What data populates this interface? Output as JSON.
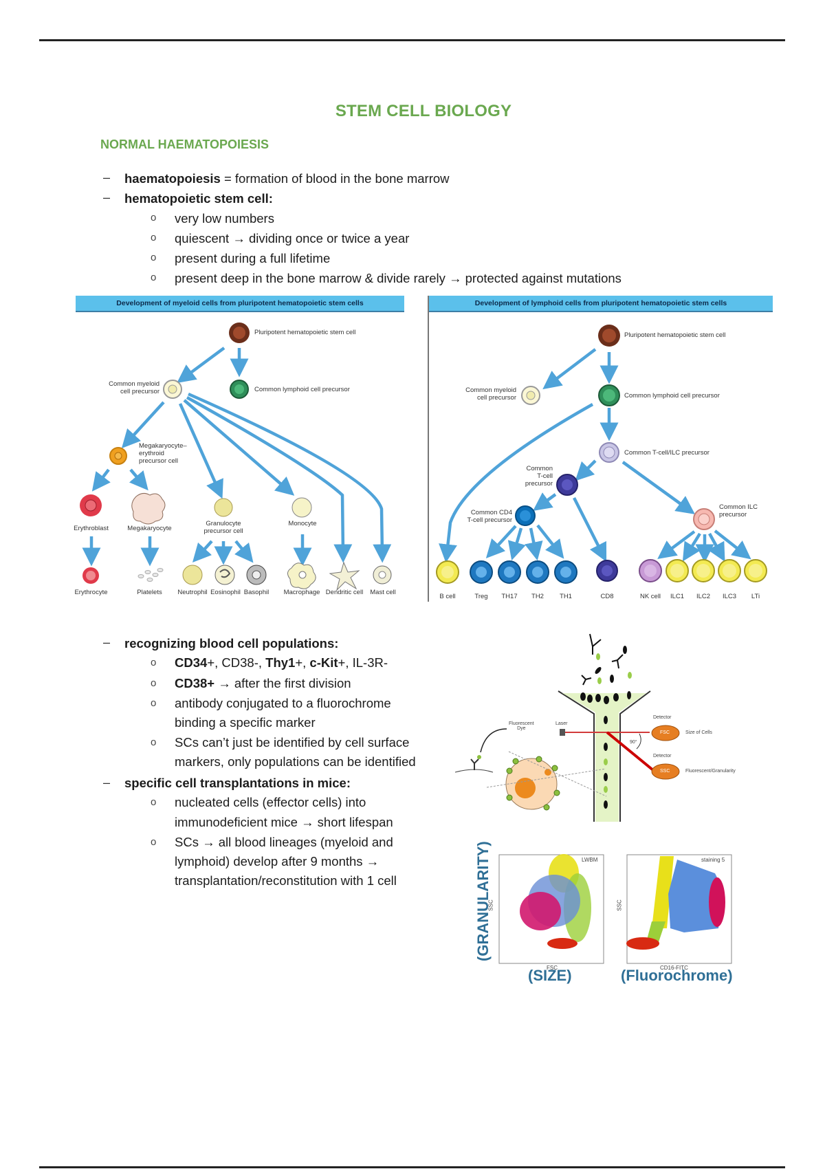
{
  "document": {
    "title": "STEM CELL BIOLOGY",
    "section_heading": "NORMAL HAEMATOPOIESIS",
    "bullets_top": [
      {
        "bold": "haematopoiesis",
        "text": " = formation of blood in the bone marrow"
      },
      {
        "bold": "hematopoietic stem cell:",
        "text": ""
      }
    ],
    "sub_bullets_top": [
      "very low numbers",
      "quiescent → dividing once or twice a year",
      "present during a full lifetime",
      "present deep in the bone marrow & divide rarely → protected against mutations"
    ],
    "bullets_bottom": [
      {
        "bold": "recognizing blood cell populations:"
      },
      {
        "bold": "specific cell transplantations in mice:"
      }
    ],
    "markers_line": {
      "parts": [
        {
          "t": "CD34",
          "b": true
        },
        {
          "t": "+, CD38-, ",
          "b": false
        },
        {
          "t": "Thy1",
          "b": true
        },
        {
          "t": "+, ",
          "b": false
        },
        {
          "t": "c-Kit",
          "b": true
        },
        {
          "t": "+, IL-3R-",
          "b": false
        }
      ]
    },
    "cd38_line": {
      "bold": "CD38+",
      "text": " → after the first division"
    },
    "sub_bullets_recognizing": [
      [
        "antibody conjugated to a fluorochrome",
        "binding a specific marker"
      ],
      [
        "SCs can’t just be identified by cell surface",
        "markers, only populations can be identified"
      ]
    ],
    "sub_bullets_mice": [
      [
        "nucleated cells (effector cells) into",
        "immunodeficient mice → short lifespan"
      ],
      [
        "SCs → all blood lineages (myeloid and",
        "lymphoid) develop after 9 months →",
        "transplantation/reconstitution with 1 cell"
      ]
    ],
    "bullet_dash": "–",
    "bullet_circle": "o"
  },
  "myeloid_figure": {
    "header": "Development of myeloid cells from pluripotent hematopoietic stem cells",
    "labels": {
      "hsc": "Pluripotent hematopoietic stem cell",
      "cmp": [
        "Common myeloid",
        "cell precursor"
      ],
      "clp": "Common lymphoid cell precursor",
      "mep": [
        "Megakaryocyte–",
        "erythroid",
        "precursor cell"
      ],
      "erythroblast": "Erythroblast",
      "megakaryocyte": "Megakaryocyte",
      "gran_precursor": [
        "Granulocyte",
        "precursor cell"
      ],
      "monocyte": "Monocyte",
      "erythrocyte": "Erythrocyte",
      "platelets": "Platelets",
      "neutrophil": "Neutrophil",
      "eosinophil": "Eosinophil",
      "basophil": "Basophil",
      "macrophage": "Macrophage",
      "dendritic": "Dendritic cell",
      "mast": "Mast cell"
    }
  },
  "lymphoid_figure": {
    "header": "Development of lymphoid cells from pluripotent hematopoietic stem cells",
    "labels": {
      "hsc": "Pluripotent hematopoietic stem cell",
      "cmp": [
        "Common myeloid",
        "cell precursor"
      ],
      "clp": "Common lymphoid cell precursor",
      "tilc": "Common T-cell/ILC precursor",
      "tcell": [
        "Common",
        "T-cell",
        "precursor"
      ],
      "cd4": [
        "Common CD4",
        "T-cell precursor"
      ],
      "ilc": [
        "Common ILC",
        "precursor"
      ],
      "bottom": [
        "B cell",
        "Treg",
        "TH17",
        "TH2",
        "TH1",
        "CD8",
        "NK cell",
        "ILC1",
        "ILC2",
        "ILC3",
        "LTi"
      ]
    }
  },
  "flow_figure": {
    "labels": {
      "dye": [
        "Fluorescent",
        "Dye"
      ],
      "laser": "Laser",
      "detector1": "Detector",
      "detector2": "Detector",
      "fsc": "FSC",
      "ssc": "SSC",
      "size_of_cells": "Size of Cells",
      "fluor_gran": "Fluorescent/Granularity",
      "angle": "90°"
    }
  },
  "scatter_figure": {
    "plot1_tag": "LWBM",
    "plot2_tag": "staining 5",
    "plot1_x": "FSC",
    "plot1_y": "SSC",
    "plot2_x": "CD16-FITC",
    "plot2_y": "SSC",
    "granularity": "(GRANULARITY)",
    "size": "(SIZE)",
    "fluorochrome": "(Fluorochrome)"
  }
}
